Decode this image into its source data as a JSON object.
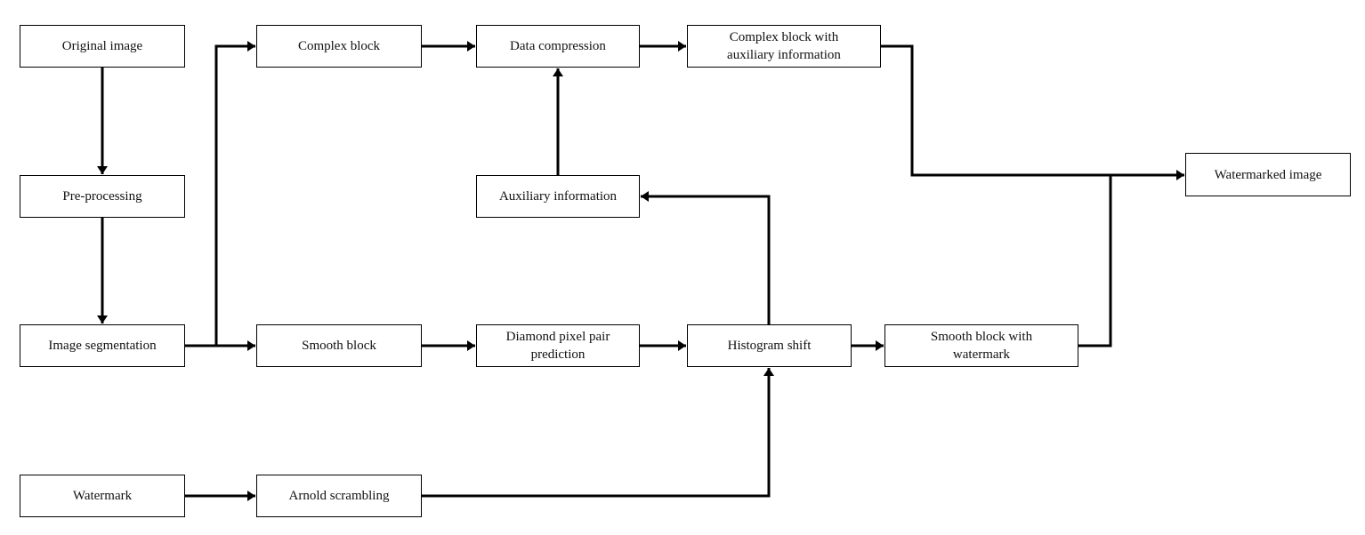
{
  "diagram": {
    "title": "Reversible watermark embedding flowchart",
    "nodes": [
      {
        "id": "original",
        "label": "Original image"
      },
      {
        "id": "preprocessing",
        "label": "Pre-processing"
      },
      {
        "id": "segmentation",
        "label": "Image segmentation"
      },
      {
        "id": "watermark",
        "label": "Watermark"
      },
      {
        "id": "complex",
        "label": "Complex block"
      },
      {
        "id": "smooth",
        "label": "Smooth block"
      },
      {
        "id": "arnold",
        "label": "Arnold scrambling"
      },
      {
        "id": "compression",
        "label": "Data compression"
      },
      {
        "id": "auxiliary",
        "label": "Auxiliary information"
      },
      {
        "id": "diamond",
        "label": "Diamond pixel pair\nprediction"
      },
      {
        "id": "complexaux",
        "label": "Complex block with\nauxiliary information"
      },
      {
        "id": "histogram",
        "label": "Histogram shift"
      },
      {
        "id": "smoothwm",
        "label": "Smooth block with\nwatermark"
      },
      {
        "id": "watermarked",
        "label": "Watermarked image"
      }
    ],
    "edges": [
      {
        "from": "original",
        "to": "preprocessing"
      },
      {
        "from": "preprocessing",
        "to": "segmentation"
      },
      {
        "from": "segmentation",
        "to": "complex"
      },
      {
        "from": "segmentation",
        "to": "smooth"
      },
      {
        "from": "complex",
        "to": "compression"
      },
      {
        "from": "auxiliary",
        "to": "compression"
      },
      {
        "from": "compression",
        "to": "complexaux"
      },
      {
        "from": "smooth",
        "to": "diamond"
      },
      {
        "from": "diamond",
        "to": "histogram"
      },
      {
        "from": "watermark",
        "to": "arnold"
      },
      {
        "from": "arnold",
        "to": "histogram"
      },
      {
        "from": "histogram",
        "to": "auxiliary"
      },
      {
        "from": "histogram",
        "to": "smoothwm"
      },
      {
        "from": "complexaux",
        "to": "watermarked"
      },
      {
        "from": "smoothwm",
        "to": "watermarked"
      }
    ],
    "colors": {
      "line": "#000000",
      "box_border": "#000000",
      "background": "#ffffff"
    }
  }
}
